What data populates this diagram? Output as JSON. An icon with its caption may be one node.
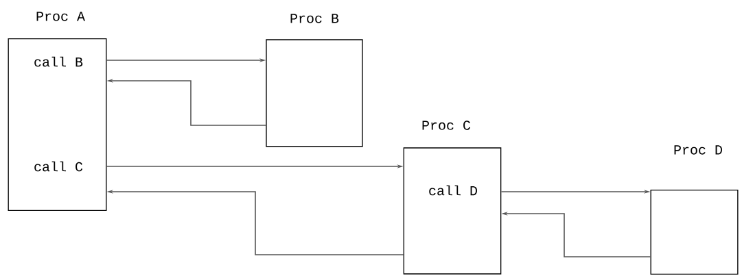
{
  "diagram": {
    "nodes": [
      {
        "text": [
          "Proc A",
          "call B",
          "call C"
        ]
      },
      {
        "text": [
          "Proc B"
        ]
      },
      {
        "text": [
          "Proc C",
          "call D"
        ]
      },
      {
        "text": [
          "Proc D"
        ]
      }
    ],
    "edges": [
      {
        "from": 0,
        "to": 1,
        "arrow": "to"
      },
      {
        "from": 1,
        "to": 0,
        "arrow": "to"
      },
      {
        "from": 0,
        "to": 2,
        "arrow": "to"
      },
      {
        "from": 2,
        "to": 0,
        "arrow": "to"
      },
      {
        "from": 2,
        "to": 3,
        "arrow": "to"
      },
      {
        "from": 3,
        "to": 2,
        "arrow": "to"
      }
    ]
  }
}
